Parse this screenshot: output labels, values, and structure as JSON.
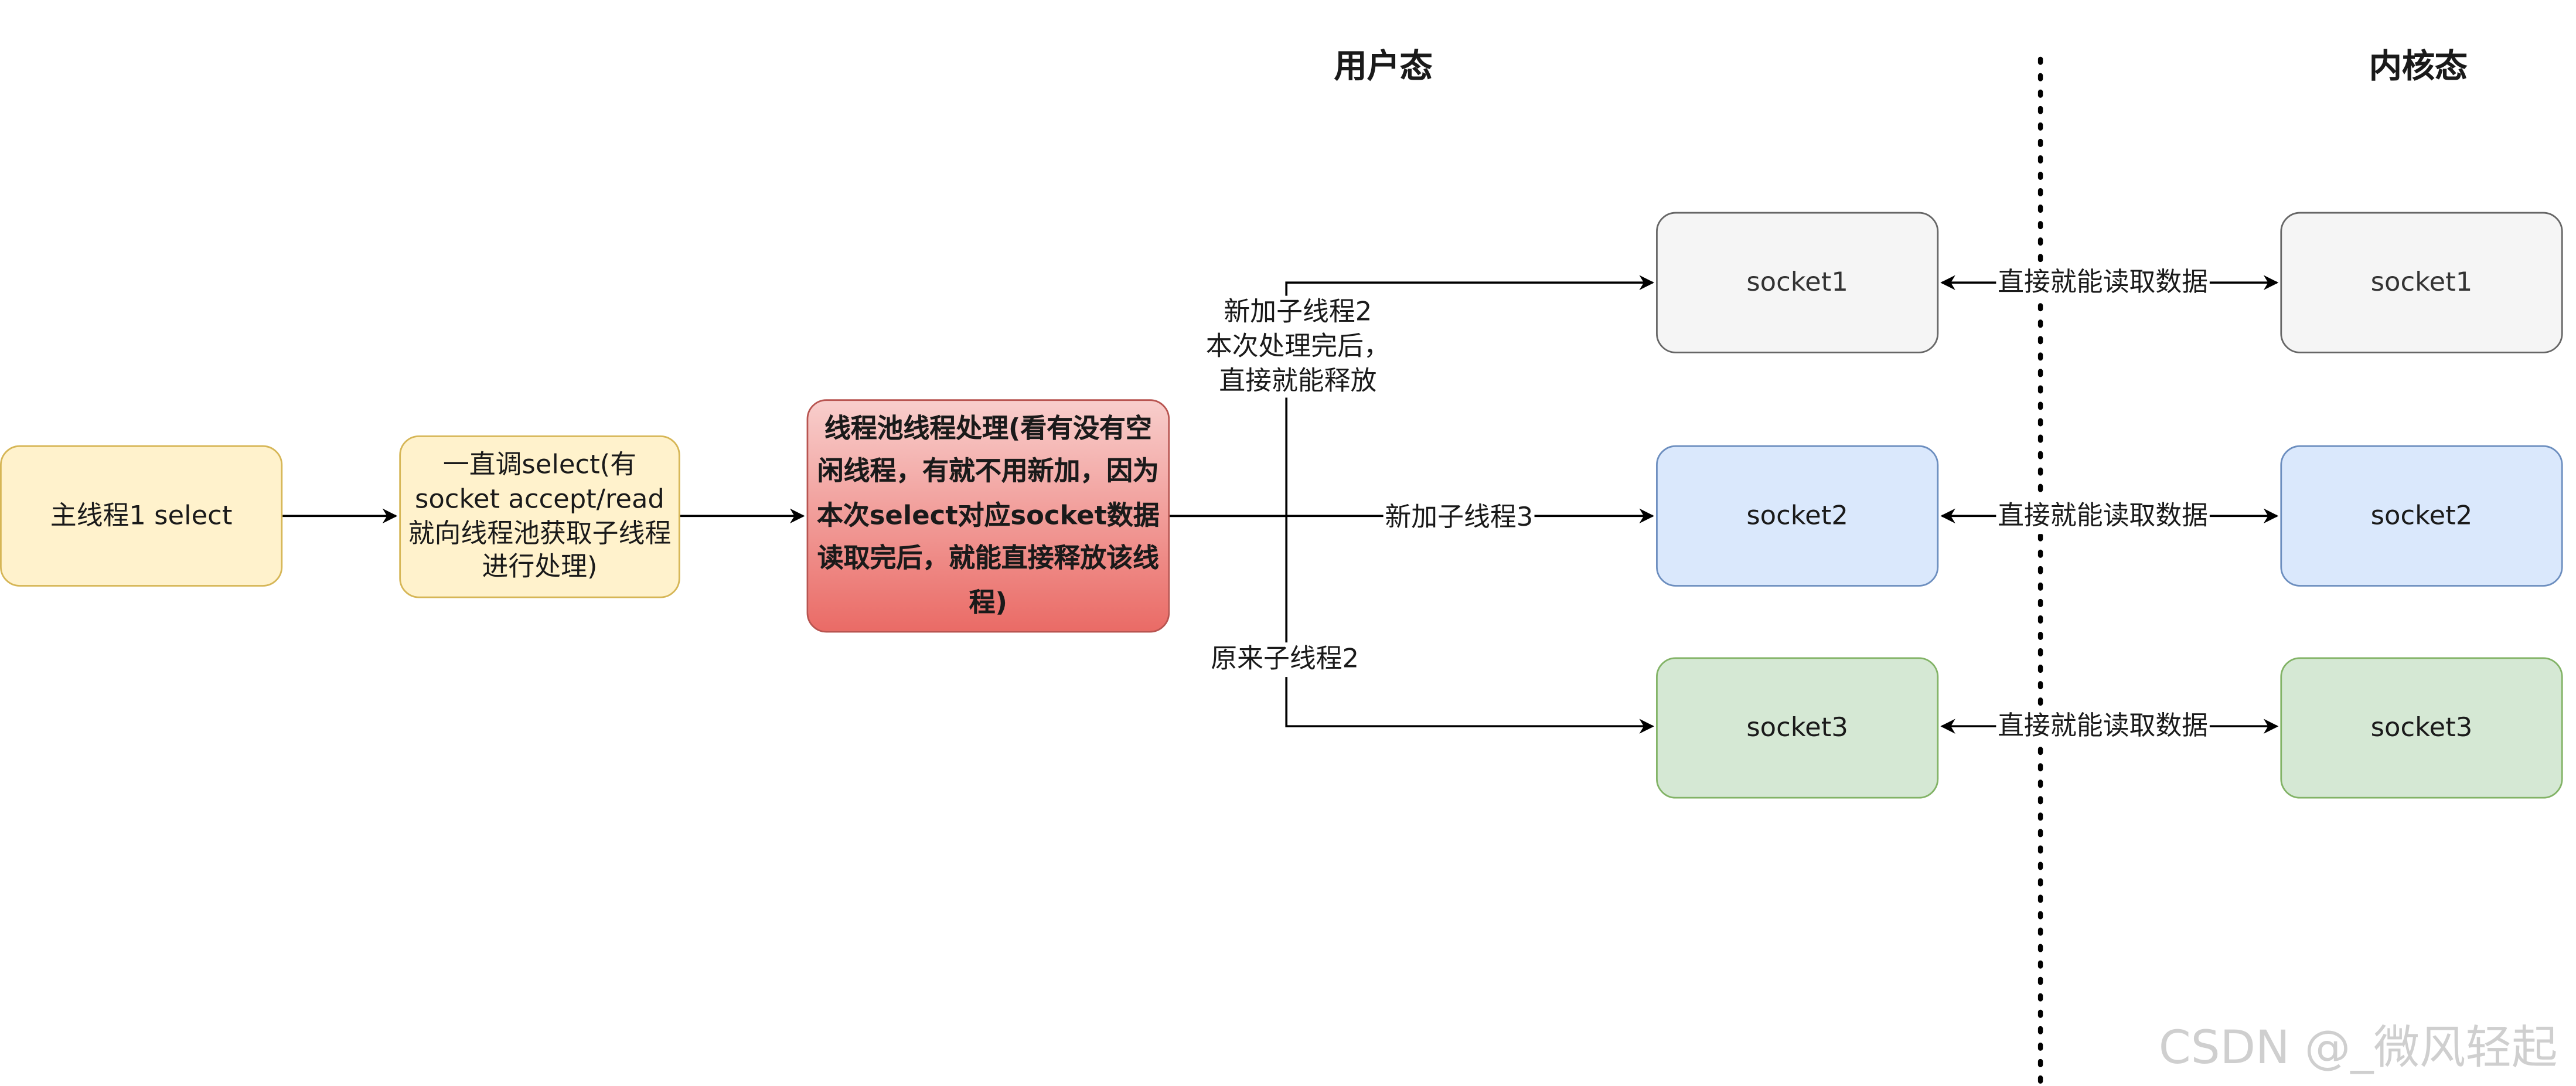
{
  "headers": {
    "user_mode": "用户态",
    "kernel_mode": "内核态"
  },
  "nodes": {
    "main_thread": "主线程1 select",
    "select_loop": "一直调select(有socket accept/read就向线程池获取子线程进行处理)",
    "pool": "线程池线程处理(看有没有空闲线程，有就不用新加，因为本次select对应socket数据读取完后，就能直接释放该线程)",
    "user_socket1": "socket1",
    "user_socket2": "socket2",
    "user_socket3": "socket3",
    "kernel_socket1": "socket1",
    "kernel_socket2": "socket2",
    "kernel_socket3": "socket3"
  },
  "edges": {
    "to_socket1": "新加子线程2\n本次处理完后，\n直接就能释放",
    "to_socket2": "新加子线程3",
    "to_socket3": "原来子线程2",
    "read1": "直接就能读取数据",
    "read2": "直接就能读取数据",
    "read3": "直接就能读取数据"
  },
  "colors": {
    "yellow_fill": "#fff2cc",
    "red_fill": "#ea6b66",
    "gray_fill": "#f5f5f5",
    "blue_fill": "#dae8fc",
    "green_fill": "#d5e8d4",
    "edge": "#000000"
  },
  "watermark": "CSDN @_微风轻起"
}
